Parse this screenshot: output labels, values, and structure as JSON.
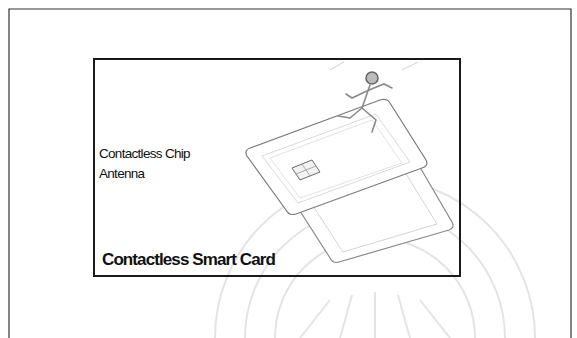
{
  "diagram": {
    "nodes": [
      {
        "text": [
          "Contactless Chip",
          "Antenna",
          "Contactless Smart Card"
        ]
      }
    ]
  }
}
